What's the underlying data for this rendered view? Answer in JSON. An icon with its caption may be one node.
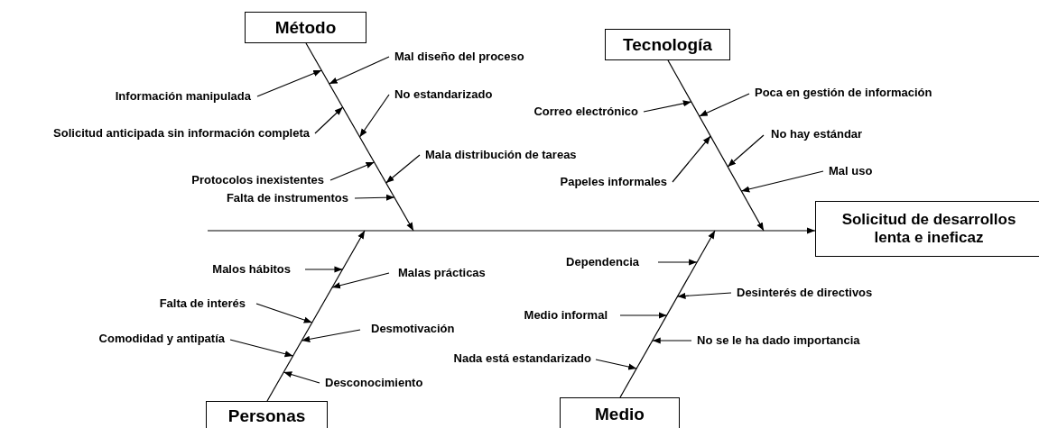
{
  "diagram": {
    "nodes": [
      {
        "text": [
          "Método"
        ]
      },
      {
        "text": [
          "Información manipulada"
        ]
      },
      {
        "text": [
          "Mal diseño del proceso"
        ]
      },
      {
        "text": [
          "Solicitud anticipada sin información completa"
        ]
      },
      {
        "text": [
          "No estandarizado"
        ]
      },
      {
        "text": [
          "Protocolos inexistentes"
        ]
      },
      {
        "text": [
          "Mala distribución de tareas"
        ]
      },
      {
        "text": [
          "Falta de instrumentos"
        ]
      },
      {
        "text": [
          "Tecnología"
        ]
      },
      {
        "text": [
          "Correo electrónico"
        ]
      },
      {
        "text": [
          "Poca en gestión de información"
        ]
      },
      {
        "text": [
          "Papeles informales"
        ]
      },
      {
        "text": [
          "No hay estándar"
        ]
      },
      {
        "text": [
          "Mal uso"
        ]
      },
      {
        "text": [
          "Solicitud de desarrollos lenta e ineficaz"
        ]
      },
      {
        "text": [
          "Malos hábitos"
        ]
      },
      {
        "text": [
          "Malas prácticas"
        ]
      },
      {
        "text": [
          "Falta de interés"
        ]
      },
      {
        "text": [
          "Desmotivación"
        ]
      },
      {
        "text": [
          "Comodidad y antipatía"
        ]
      },
      {
        "text": [
          "Desconocimiento"
        ]
      },
      {
        "text": [
          "Personas"
        ]
      },
      {
        "text": [
          "Dependencia"
        ]
      },
      {
        "text": [
          "Desinterés de directivos"
        ]
      },
      {
        "text": [
          "Medio informal"
        ]
      },
      {
        "text": [
          "No se le ha dado importancia"
        ]
      },
      {
        "text": [
          "Nada está estandarizado"
        ]
      },
      {
        "text": [
          "Medio"
        ]
      }
    ],
    "edges": [
      {
        "from": 0,
        "to": 14,
        "arrow": "to"
      },
      {
        "from": 1,
        "to": null,
        "arrow": "to"
      },
      {
        "from": 2,
        "to": null,
        "arrow": "to"
      },
      {
        "from": 3,
        "to": null,
        "arrow": "to"
      },
      {
        "from": 4,
        "to": null,
        "arrow": "to"
      },
      {
        "from": 5,
        "to": null,
        "arrow": "to"
      },
      {
        "from": 6,
        "to": null,
        "arrow": "to"
      },
      {
        "from": 7,
        "to": null,
        "arrow": "to"
      },
      {
        "from": 8,
        "to": 14,
        "arrow": "to"
      },
      {
        "from": 9,
        "to": null,
        "arrow": "to"
      },
      {
        "from": 10,
        "to": null,
        "arrow": "to"
      },
      {
        "from": 11,
        "to": null,
        "arrow": "to"
      },
      {
        "from": 12,
        "to": null,
        "arrow": "to"
      },
      {
        "from": 13,
        "to": null,
        "arrow": "to"
      },
      {
        "from": null,
        "to": 14,
        "arrow": "to"
      },
      {
        "from": 15,
        "to": null,
        "arrow": "to"
      },
      {
        "from": 16,
        "to": null,
        "arrow": "to"
      },
      {
        "from": 17,
        "to": null,
        "arrow": "to"
      },
      {
        "from": 18,
        "to": null,
        "arrow": "to"
      },
      {
        "from": 19,
        "to": null,
        "arrow": "to"
      },
      {
        "from": 20,
        "to": null,
        "arrow": "to"
      },
      {
        "from": 21,
        "to": 14,
        "arrow": "to"
      },
      {
        "from": 22,
        "to": null,
        "arrow": "to"
      },
      {
        "from": 23,
        "to": null,
        "arrow": "to"
      },
      {
        "from": 24,
        "to": null,
        "arrow": "to"
      },
      {
        "from": 25,
        "to": null,
        "arrow": "to"
      },
      {
        "from": 26,
        "to": null,
        "arrow": "to"
      },
      {
        "from": 27,
        "to": 14,
        "arrow": "to"
      }
    ]
  }
}
